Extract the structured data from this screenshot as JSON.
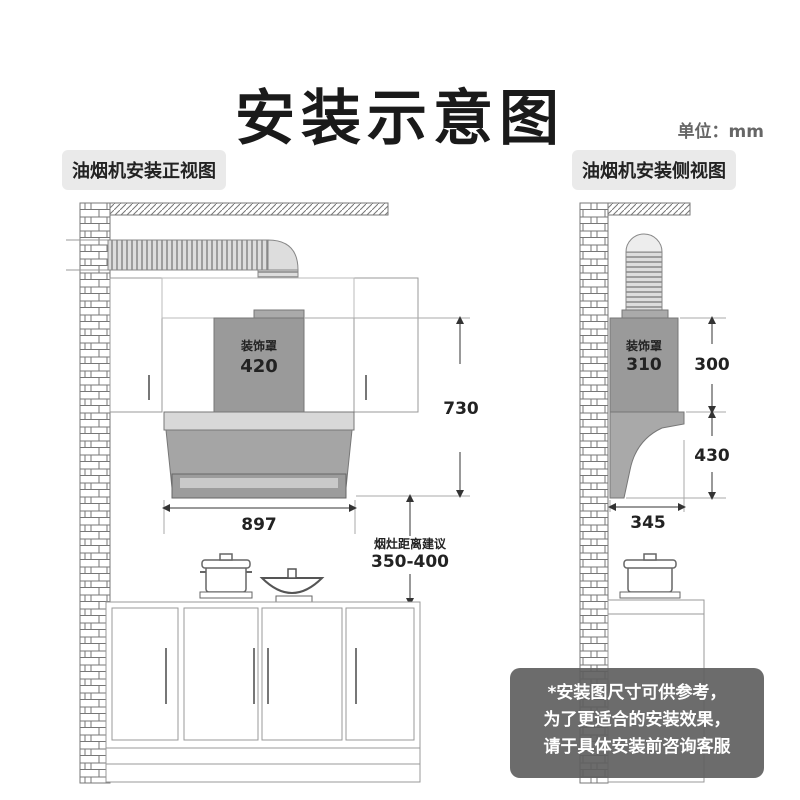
{
  "title": "安装示意图",
  "unit_label": "单位：mm",
  "front_view": {
    "label": "油烟机安装正视图",
    "hood_label": "装饰罩",
    "hood_width": "420",
    "height": "730",
    "width": "897",
    "distance_label": "烟灶距离建议",
    "distance_value": "350-400"
  },
  "side_view": {
    "label": "油烟机安装侧视图",
    "hood_label": "装饰罩",
    "hood_depth": "310",
    "upper_height": "300",
    "lower_height": "430",
    "depth": "345"
  },
  "note": {
    "line1": "*安装图尺寸可供参考，",
    "line2": "为了更适合的安装效果，",
    "line3": "请于具体安装前咨询客服"
  }
}
